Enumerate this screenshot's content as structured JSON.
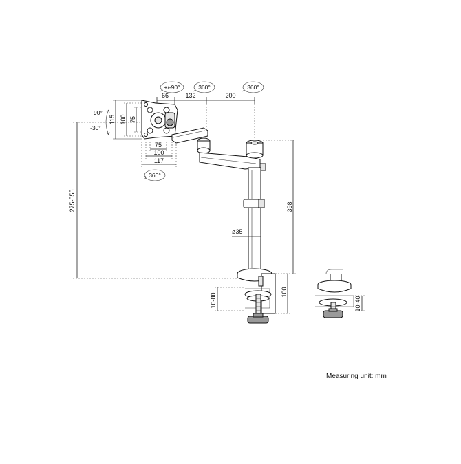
{
  "rotation_labels": {
    "tilt_arm": "+/-90°",
    "swivel_mid": "360°",
    "swivel_pole": "360°",
    "vesa_rotate": "360°",
    "tilt_up": "+90°",
    "tilt_down": "-30°"
  },
  "dimensions": {
    "arm_seg_1": "66",
    "arm_seg_2": "132",
    "arm_seg_3": "200",
    "plate_height_outer": "115",
    "plate_height_mid": "100",
    "plate_height_inner": "75",
    "plate_width_inner": "75",
    "plate_width_mid": "100",
    "plate_width_outer": "117",
    "height_range": "275-555",
    "pole_height": "398",
    "pole_diameter": "ø35",
    "clamp_height": "100",
    "clamp_range": "10-80",
    "grommet_range": "10-40"
  },
  "footer": {
    "unit_note": "Measuring unit: mm"
  }
}
